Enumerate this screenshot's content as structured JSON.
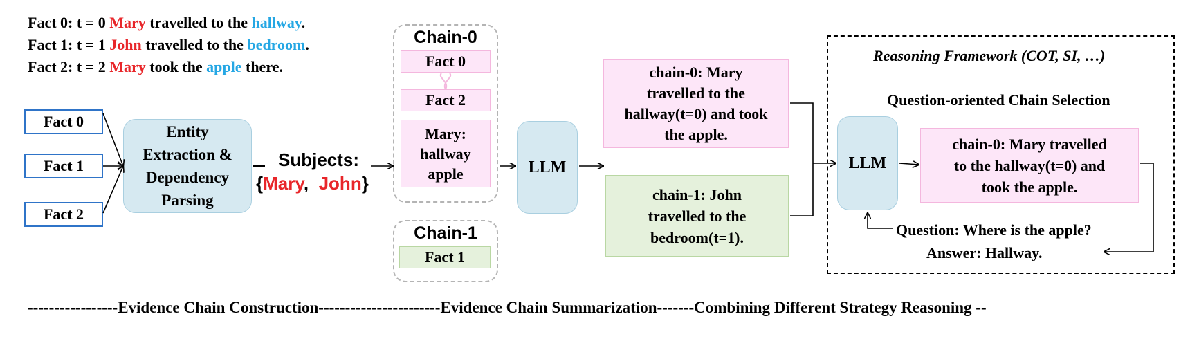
{
  "facts_text": [
    {
      "prefix": "Fact 0: t = 0 ",
      "entity": "Mary",
      "middle": " travelled to the ",
      "place": "hallway",
      "suffix": "."
    },
    {
      "prefix": "Fact 1: t = 1 ",
      "entity": "John",
      "middle": " travelled to the ",
      "place": "bedroom",
      "suffix": "."
    },
    {
      "prefix": "Fact 2: t = 2 ",
      "entity": "Mary",
      "middle": " took the ",
      "place": "apple",
      "suffix": " there."
    }
  ],
  "fact_boxes": [
    "Fact 0",
    "Fact 1",
    "Fact 2"
  ],
  "extraction": {
    "label": "Entity Extraction & Dependency Parsing"
  },
  "subjects": {
    "label": "Subjects:",
    "open": "{",
    "entities": [
      "Mary",
      "John"
    ],
    "separator": ",",
    "close": "}"
  },
  "chain0": {
    "title": "Chain-0",
    "facts": [
      "Fact 0",
      "Fact 2"
    ],
    "summary_line1": "Mary:",
    "summary_line2": "hallway",
    "summary_line3": "apple"
  },
  "chain1": {
    "title": "Chain-1",
    "facts": [
      "Fact 1"
    ]
  },
  "llm_label": "LLM",
  "summaries": {
    "chain0": [
      "chain-0: Mary",
      "travelled to the",
      "hallway(t=0) and took",
      "the apple."
    ],
    "chain1": [
      "chain-1: John",
      "travelled to the",
      "bedroom(t=1)."
    ]
  },
  "reasoning": {
    "framework_title": "Reasoning Framework (COT, SI, …)",
    "selection_title": "Question-oriented Chain Selection",
    "selected_chain": [
      "chain-0: Mary travelled",
      "to the hallway(t=0) and",
      "took the apple."
    ],
    "question": "Question: Where is the apple?",
    "answer": "Answer: Hallway."
  },
  "footer": "-----------------Evidence Chain Construction-----------------------Evidence Chain Summarization-------Combining Different Strategy Reasoning --",
  "colors": {
    "entity": "#e8262a",
    "place": "#25a7e4",
    "fact_border": "#2f74c8",
    "pink_fill": "#fde6f8",
    "green_fill": "#e5f1dc",
    "blue_fill": "#d6e9f1"
  }
}
